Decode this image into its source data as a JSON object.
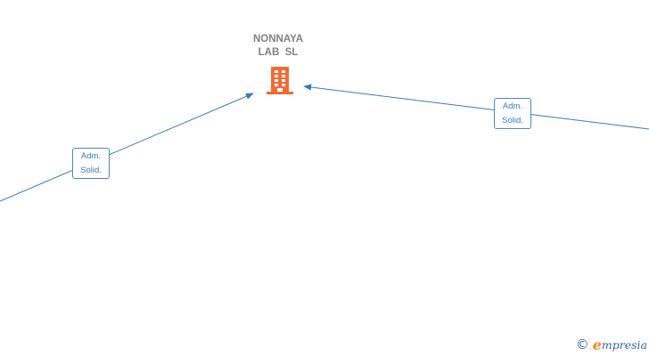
{
  "company": {
    "name": "NONNAYA\nLAB  SL",
    "icon": "building-icon",
    "icon_color": "#f26a38"
  },
  "edges": [
    {
      "label_line1": "Adm.",
      "label_line2": "Solid."
    },
    {
      "label_line1": "Adm.",
      "label_line2": "Solid."
    }
  ],
  "colors": {
    "edge": "#3a78c0",
    "text_gray": "#808080"
  },
  "footer": {
    "copyright_symbol": "©",
    "brand_initial": "e",
    "brand_rest": "mpresia"
  }
}
